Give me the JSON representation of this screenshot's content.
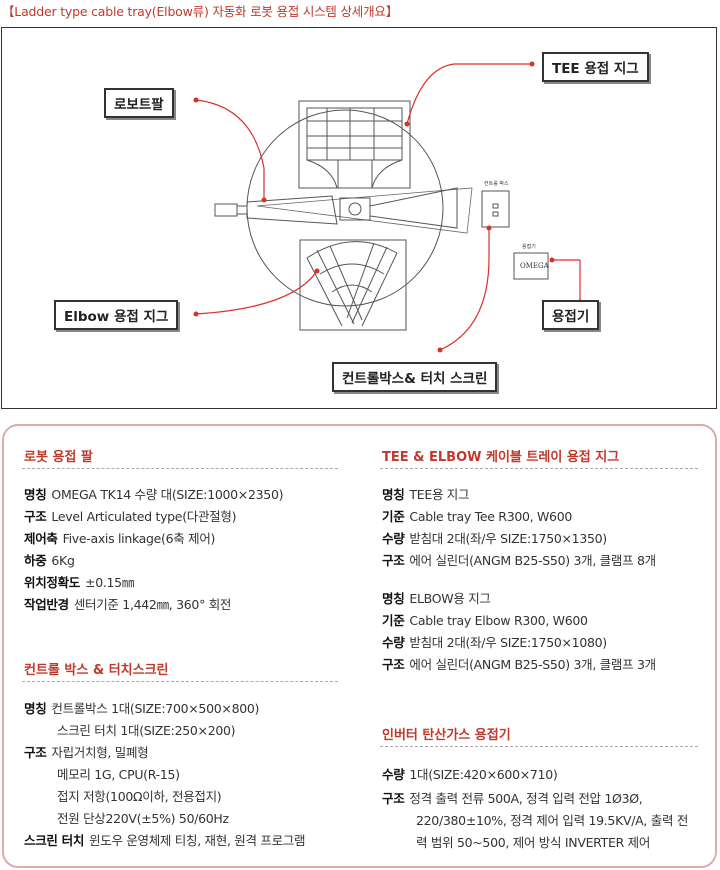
{
  "title": "【Ladder type cable tray(Elbow류) 자동화 로봇 용접 시스템 상세개요】",
  "diagram": {
    "callouts": {
      "robot_arm": "로보트팔",
      "tee_jig": "TEE 용접 지그",
      "elbow_jig": "Elbow 용접 지그",
      "welder": "용접기",
      "control_box": "컨트롤박스& 터치 스크린"
    },
    "drawing_labels": {
      "welder_name": "OMEGA",
      "welder_small": "용접기",
      "box_small": "컨트롤 박스"
    }
  },
  "robot_arm_section": {
    "title": "로봇 용접 팔",
    "rows": [
      {
        "label": "명칭",
        "value": "OMEGA TK14     수량  대(SIZE:1000×2350)"
      },
      {
        "label": "구조",
        "value": "Level Articulated type(다관절형)"
      },
      {
        "label": "제어축",
        "value": "Five-axis linkage(6축 제어)"
      },
      {
        "label": "하중",
        "value": "6Kg"
      },
      {
        "label": "위치정확도",
        "value": "±0.15㎜"
      },
      {
        "label": "작업반경",
        "value": "센터기준 1,442㎜, 360° 회전"
      }
    ]
  },
  "control_section": {
    "title": "컨트롤 박스 & 터치스크린",
    "rows": [
      {
        "label": "명칭",
        "value": "컨트롤박스 1대(SIZE:700×500×800)"
      },
      {
        "label": "",
        "value": "스크린 터치 1대(SIZE:250×200)"
      },
      {
        "label": "구조",
        "value": "자립거치형, 밀폐형"
      },
      {
        "label": "",
        "value": "메모리 1G, CPU(R-15)"
      },
      {
        "label": "",
        "value": "접지 저항(100Ω이하, 전용접지)"
      },
      {
        "label": "",
        "value": "전원 단상220V(±5%) 50/60Hz"
      },
      {
        "label": "스크린 터치",
        "value": "윈도우 운영체제 티칭, 재현, 원격 프로그램"
      }
    ]
  },
  "jig_section": {
    "title": "TEE & ELBOW 케이블 트레이 용접 지그",
    "tee_rows": [
      {
        "label": "명칭",
        "value": "TEE용 지그"
      },
      {
        "label": "기준",
        "value": "Cable tray Tee R300, W600"
      },
      {
        "label": "수량",
        "value": "받침대 2대(좌/우 SIZE:1750×1350)"
      },
      {
        "label": "구조",
        "value": "에어 실린더(ANGM B25-S50) 3개, 클램프 8개"
      }
    ],
    "elbow_rows": [
      {
        "label": "명칭",
        "value": "ELBOW용 지그"
      },
      {
        "label": "기준",
        "value": "Cable tray Elbow R300, W600"
      },
      {
        "label": "수량",
        "value": "받침대 2대(좌/우 SIZE:1750×1080)"
      },
      {
        "label": "구조",
        "value": "에어 실린더(ANGM B25-S50) 3개, 클램프 3개"
      }
    ]
  },
  "welder_section": {
    "title": "인버터 탄산가스 용접기",
    "rows": [
      {
        "label": "수량",
        "value": "1대(SIZE:420×600×710)"
      },
      {
        "label": "구조",
        "value": "정격 출력 전류 500A, 정격 입력 전압 1Ø3Ø,"
      },
      {
        "label": "",
        "value": "220/380±10%, 정격 제어 입력 19.5KV/A, 출력 전"
      },
      {
        "label": "",
        "value": "력 범위 50~500, 제어 방식 INVERTER 제어"
      }
    ]
  },
  "colors": {
    "accent": "#c0392b",
    "leader": "#d9302a",
    "panel_border": "#e0aaaa"
  }
}
